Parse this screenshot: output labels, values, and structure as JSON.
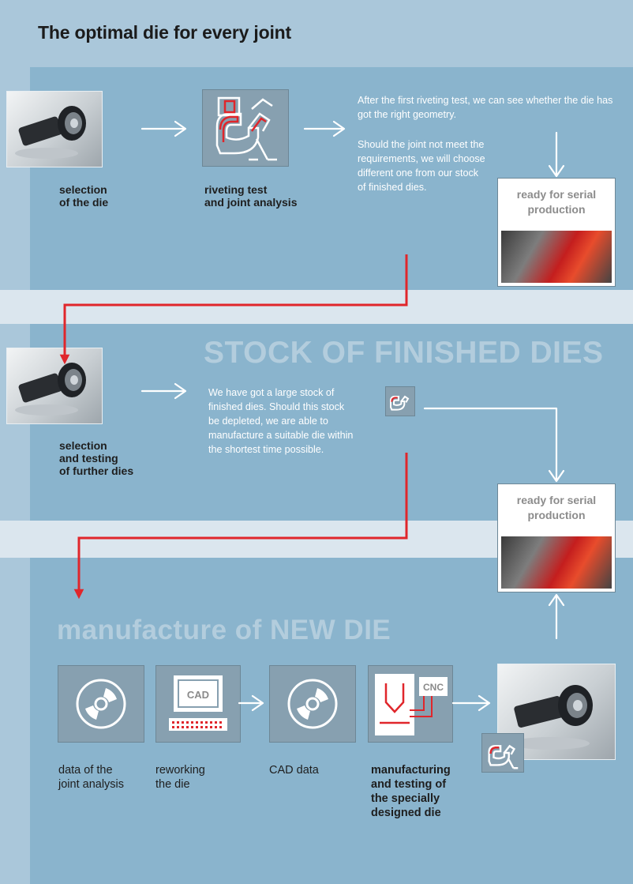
{
  "title": "The optimal die for every joint",
  "section1": {
    "step1_label": "selection\nof the die",
    "step2_label": "riveting test\nand joint analysis",
    "text_a": "After the first riveting test, we can see whether the die has got the right geometry.",
    "text_b": "Should the joint not meet the requirements, we will choose different one from our stock of finished dies.",
    "ready_label": "ready for serial\nproduction"
  },
  "section2": {
    "heading": "STOCK OF FINISHED DIES",
    "step_label": "selection\nand testing\nof further dies",
    "text": "We have got a large stock of finished dies. Should this stock be depleted, we are able to manufacture a suitable die within the shortest time possible.",
    "ready_label": "ready for serial\nproduction"
  },
  "section3": {
    "heading": "manufacture of NEW DIE",
    "cad_screen_text": "CAD",
    "cnc_text": "CNC",
    "labels": {
      "data": "data of the\njoint analysis",
      "rework": "reworking\nthe die",
      "cad_data": "CAD data",
      "manufacturing": "manufacturing\nand testing of\nthe specially\ndesigned die"
    }
  },
  "icons": [
    "die-photo",
    "riveting-machine-icon",
    "disc-icon",
    "computer-icon",
    "cnc-machine-icon",
    "production-photo"
  ],
  "colors": {
    "background": "#aac7da",
    "panel": "#8ab4cd",
    "band": "#dbe6ee",
    "flow_red": "#e0262b",
    "arrow_white": "#ffffff",
    "heading_ghost": "#b3cddd"
  }
}
